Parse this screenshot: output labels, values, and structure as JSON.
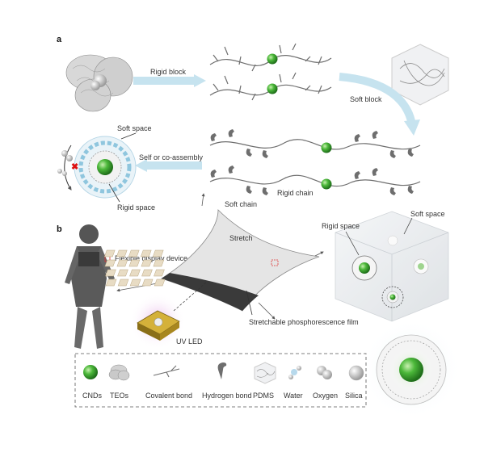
{
  "panels": {
    "a": "a",
    "b": "b"
  },
  "panel_a": {
    "rigid_block": "Rigid block",
    "soft_block": "Soft block",
    "self_assembly": "Self or co-assembly",
    "soft_space": "Soft space",
    "rigid_space": "Rigid space",
    "soft_chain": "Soft chain",
    "rigid_chain": "Rigid chain"
  },
  "panel_b": {
    "stretch": "Stretch",
    "flexible_display": "Flexible display device",
    "uv_led": "UV LED",
    "stretchable_film": "Stretchable phosphorescence film",
    "rigid_space": "Rigid space",
    "soft_space": "Soft space"
  },
  "legend": [
    {
      "label": "CNDs",
      "icon": "green-sphere-icon"
    },
    {
      "label": "TEOs",
      "icon": "teos-cluster-icon"
    },
    {
      "label": "Covalent bond",
      "icon": "covalent-bond-icon"
    },
    {
      "label": "Hydrogen bond",
      "icon": "hydrogen-bond-icon"
    },
    {
      "label": "PDMS",
      "icon": "pdms-network-icon"
    },
    {
      "label": "Water",
      "icon": "water-molecule-icon"
    },
    {
      "label": "Oxygen",
      "icon": "oxygen-molecule-icon"
    },
    {
      "label": "Silica",
      "icon": "silica-sphere-icon"
    }
  ],
  "colors": {
    "cnd_green": "#3fa535",
    "arrow_blue": "#bfe0ee",
    "chain_gray": "#6e6e6e",
    "led_gold": "#c9a227"
  }
}
